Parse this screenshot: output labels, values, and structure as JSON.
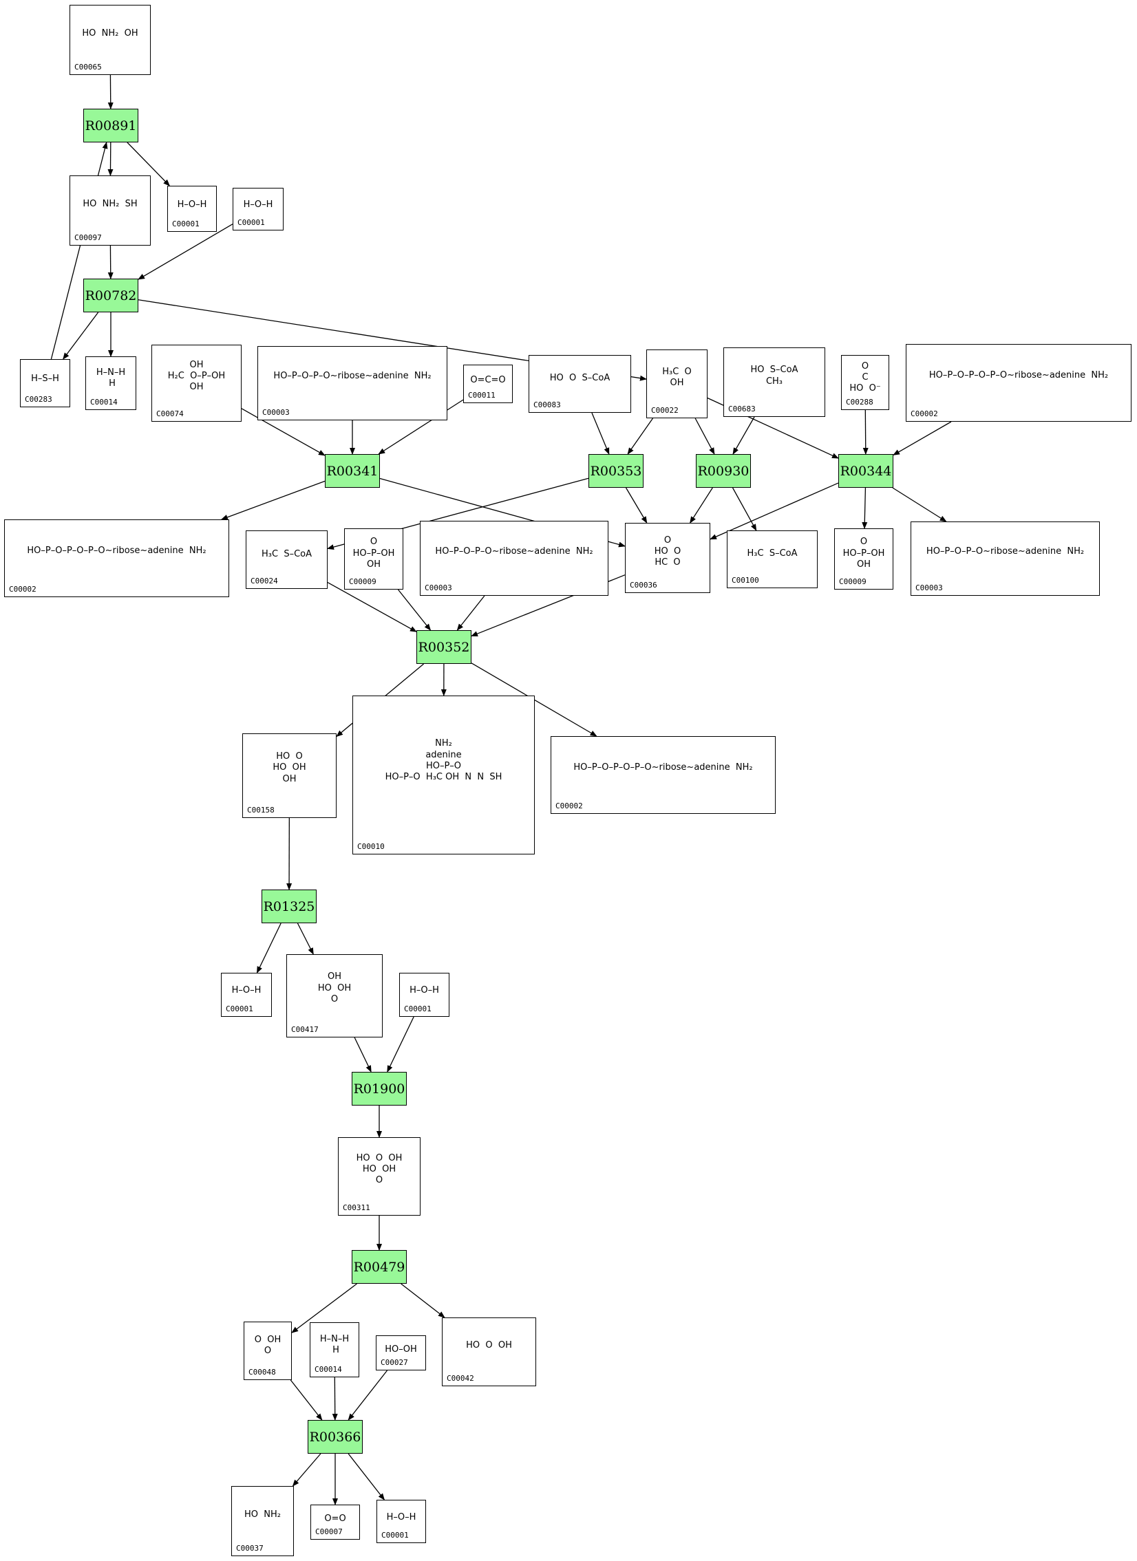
{
  "colors": {
    "reaction_fill": "#98f898",
    "edge": "#000000"
  },
  "compounds": [
    {
      "key": "c065",
      "id": "C00065",
      "structure": "HO  NH₂  OH"
    },
    {
      "key": "c097",
      "id": "C00097",
      "structure": "HO  NH₂  SH"
    },
    {
      "key": "c001a",
      "id": "C00001",
      "structure": "H–O–H"
    },
    {
      "key": "c001b",
      "id": "C00001",
      "structure": "H–O–H"
    },
    {
      "key": "c283",
      "id": "C00283",
      "structure": "H–S–H"
    },
    {
      "key": "c014a",
      "id": "C00014",
      "structure": "H–N–H\n H"
    },
    {
      "key": "c074",
      "id": "C00074",
      "structure": "OH\nH₂C  O–P–OH\nOH"
    },
    {
      "key": "c003a",
      "id": "C00003",
      "structure": "HO–P–O–P–O~ribose~adenine  NH₂"
    },
    {
      "key": "c011",
      "id": "C00011",
      "structure": "O=C=O"
    },
    {
      "key": "c083",
      "id": "C00083",
      "structure": "HO  O  S–CoA"
    },
    {
      "key": "c022",
      "id": "C00022",
      "structure": "H₃C  O\nOH"
    },
    {
      "key": "c683",
      "id": "C00683",
      "structure": "HO  S–CoA\nCH₃"
    },
    {
      "key": "c288",
      "id": "C00288",
      "structure": "O\nC\nHO  O⁻"
    },
    {
      "key": "c002a",
      "id": "C00002",
      "structure": "HO–P–O–P–O–P–O~ribose~adenine  NH₂"
    },
    {
      "key": "c002b",
      "id": "C00002",
      "structure": "HO–P–O–P–O–P–O~ribose~adenine  NH₂"
    },
    {
      "key": "c024",
      "id": "C00024",
      "structure": "H₃C  S–CoA"
    },
    {
      "key": "c009a",
      "id": "C00009",
      "structure": "O\nHO–P–OH\nOH"
    },
    {
      "key": "c003b",
      "id": "C00003",
      "structure": "HO–P–O–P–O~ribose~adenine  NH₂"
    },
    {
      "key": "c036",
      "id": "C00036",
      "structure": "O\nHO  O\nHC  O"
    },
    {
      "key": "c100",
      "id": "C00100",
      "structure": "H₃C  S–CoA"
    },
    {
      "key": "c009b",
      "id": "C00009",
      "structure": "O\nHO–P–OH\nOH"
    },
    {
      "key": "c003c",
      "id": "C00003",
      "structure": "HO–P–O–P–O~ribose~adenine  NH₂"
    },
    {
      "key": "c158",
      "id": "C00158",
      "structure": "HO  O\nHO  OH\nOH"
    },
    {
      "key": "c010",
      "id": "C00010",
      "structure": "NH₂\nadenine\nHO–P–O\nHO–P–O  H₃C OH  N  N  SH"
    },
    {
      "key": "c002c",
      "id": "C00002",
      "structure": "HO–P–O–P–O–P–O~ribose~adenine  NH₂"
    },
    {
      "key": "c001c",
      "id": "C00001",
      "structure": "H–O–H"
    },
    {
      "key": "c417",
      "id": "C00417",
      "structure": "OH\nHO  OH\nO"
    },
    {
      "key": "c001d",
      "id": "C00001",
      "structure": "H–O–H"
    },
    {
      "key": "c311",
      "id": "C00311",
      "structure": "HO  O  OH\nHO  OH\nO"
    },
    {
      "key": "c048",
      "id": "C00048",
      "structure": "O  OH\nO"
    },
    {
      "key": "c014b",
      "id": "C00014",
      "structure": "H–N–H\n H"
    },
    {
      "key": "c027",
      "id": "C00027",
      "structure": "HO–OH"
    },
    {
      "key": "c042",
      "id": "C00042",
      "structure": "HO  O  OH"
    },
    {
      "key": "c037",
      "id": "C00037",
      "structure": "HO  NH₂"
    },
    {
      "key": "c007",
      "id": "C00007",
      "structure": "O=O"
    },
    {
      "key": "c001e",
      "id": "C00001",
      "structure": "H–O–H"
    }
  ],
  "reactions": [
    {
      "key": "r891",
      "id": "R00891"
    },
    {
      "key": "r782",
      "id": "R00782"
    },
    {
      "key": "r341",
      "id": "R00341"
    },
    {
      "key": "r353",
      "id": "R00353"
    },
    {
      "key": "r930",
      "id": "R00930"
    },
    {
      "key": "r344",
      "id": "R00344"
    },
    {
      "key": "r352",
      "id": "R00352"
    },
    {
      "key": "r1325",
      "id": "R01325"
    },
    {
      "key": "r1900",
      "id": "R01900"
    },
    {
      "key": "r479",
      "id": "R00479"
    },
    {
      "key": "r366",
      "id": "R00366"
    }
  ],
  "edges": [
    [
      "c065",
      "r891"
    ],
    [
      "r891",
      "c097"
    ],
    [
      "r891",
      "c001a"
    ],
    [
      "c283",
      "r891"
    ],
    [
      "c097",
      "r782"
    ],
    [
      "c001b",
      "r782"
    ],
    [
      "r782",
      "c283"
    ],
    [
      "r782",
      "c014a"
    ],
    [
      "r782",
      "c022"
    ],
    [
      "c074",
      "r341"
    ],
    [
      "c003a",
      "r341"
    ],
    [
      "c011",
      "r341"
    ],
    [
      "r341",
      "c002a"
    ],
    [
      "r341",
      "c036"
    ],
    [
      "c083",
      "r353"
    ],
    [
      "c022",
      "r353"
    ],
    [
      "r353",
      "c024"
    ],
    [
      "r353",
      "c036"
    ],
    [
      "c022",
      "r930"
    ],
    [
      "c683",
      "r930"
    ],
    [
      "r930",
      "c036"
    ],
    [
      "r930",
      "c100"
    ],
    [
      "c022",
      "r344"
    ],
    [
      "c288",
      "r344"
    ],
    [
      "c002b",
      "r344"
    ],
    [
      "r344",
      "c036"
    ],
    [
      "r344",
      "c009b"
    ],
    [
      "r344",
      "c003c"
    ],
    [
      "c024",
      "r352"
    ],
    [
      "c009a",
      "r352"
    ],
    [
      "c003b",
      "r352"
    ],
    [
      "c036",
      "r352"
    ],
    [
      "r352",
      "c158"
    ],
    [
      "r352",
      "c010"
    ],
    [
      "r352",
      "c002c"
    ],
    [
      "c158",
      "r1325"
    ],
    [
      "r1325",
      "c001c"
    ],
    [
      "r1325",
      "c417"
    ],
    [
      "c417",
      "r1900"
    ],
    [
      "c001d",
      "r1900"
    ],
    [
      "r1900",
      "c311"
    ],
    [
      "c311",
      "r479"
    ],
    [
      "r479",
      "c048"
    ],
    [
      "r479",
      "c042"
    ],
    [
      "c048",
      "r366"
    ],
    [
      "c014b",
      "r366"
    ],
    [
      "c027",
      "r366"
    ],
    [
      "r366",
      "c037"
    ],
    [
      "r366",
      "c007"
    ],
    [
      "r366",
      "c001e"
    ]
  ]
}
